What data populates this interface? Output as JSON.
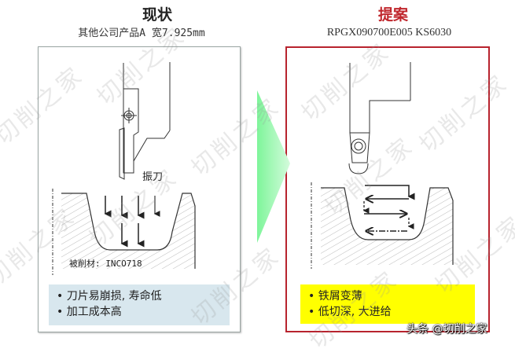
{
  "left_panel": {
    "title": "现状",
    "subtitle": "其他公司产品A 宽7.925mm",
    "tool_label": "振刀",
    "material_label": "被削材: INCO718",
    "notes": [
      "刀片易崩损, 寿命低",
      "加工成本高"
    ],
    "note_bg_color": "#d8e7ee",
    "border_color": "#9aa5a3"
  },
  "right_panel": {
    "title": "提案",
    "subtitle": "RPGX090700E005   KS6030",
    "notes": [
      "铁屑变薄",
      "低切深, 大进给"
    ],
    "note_bg_color": "#ffff00",
    "border_color": "#b8232e",
    "title_color": "#c0262c"
  },
  "transition_arrow": {
    "icon": "right-triangle-arrow",
    "color": "#7ef59a"
  },
  "footer": {
    "watermark_text": "头条 @切削之家"
  },
  "background_watermark": "切削之家"
}
